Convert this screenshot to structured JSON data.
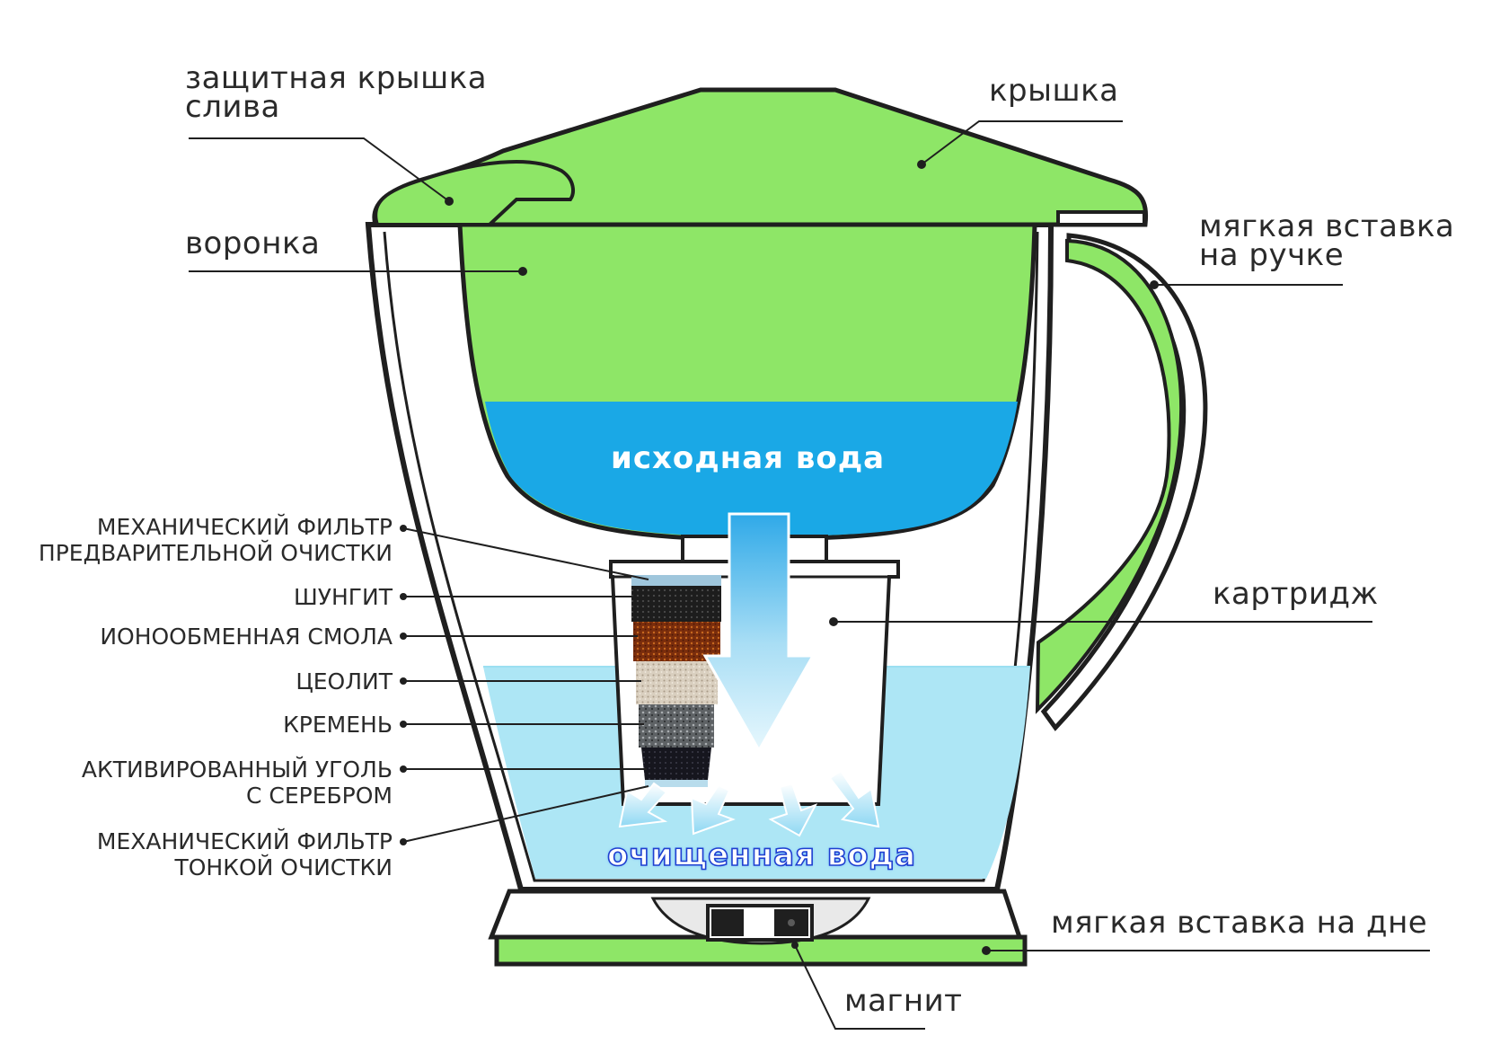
{
  "labels": {
    "drain_cover": [
      "защитная крышка",
      "слива"
    ],
    "lid": "крышка",
    "funnel": "воронка",
    "handle_insert": [
      "мягкая вставка",
      "на ручке"
    ],
    "cartridge": "картридж",
    "bottom_insert": "мягкая вставка на дне",
    "magnet": "магнит",
    "source_water": "исходная вода",
    "purified_water": "очищенная вода"
  },
  "layers": {
    "prefilter": [
      "МЕХАНИЧЕСКИЙ ФИЛЬТР",
      "ПРЕДВАРИТЕЛЬНОЙ ОЧИСТКИ"
    ],
    "shungite": "ШУНГИТ",
    "ion_resin": "ИОНООБМЕННАЯ СМОЛА",
    "zeolite": "ЦЕОЛИТ",
    "flint": "КРЕМЕНЬ",
    "carbon": [
      "АКТИВИРОВАННЫЙ УГОЛЬ",
      "С СЕРЕБРОМ"
    ],
    "fine_filter": [
      "МЕХАНИЧЕСКИЙ ФИЛЬТР",
      "ТОНКОЙ ОЧИСТКИ"
    ]
  },
  "colors": {
    "green": "#8ee667",
    "outline": "#1f1f1f",
    "source_water": "#1aa8e6",
    "filtered_water": "#ade6f5",
    "shungite": "#242424",
    "resin": "#8a3a10",
    "zeolite": "#d8ccb8",
    "flint": "#6e7275",
    "carbon": "#1b1b24"
  }
}
